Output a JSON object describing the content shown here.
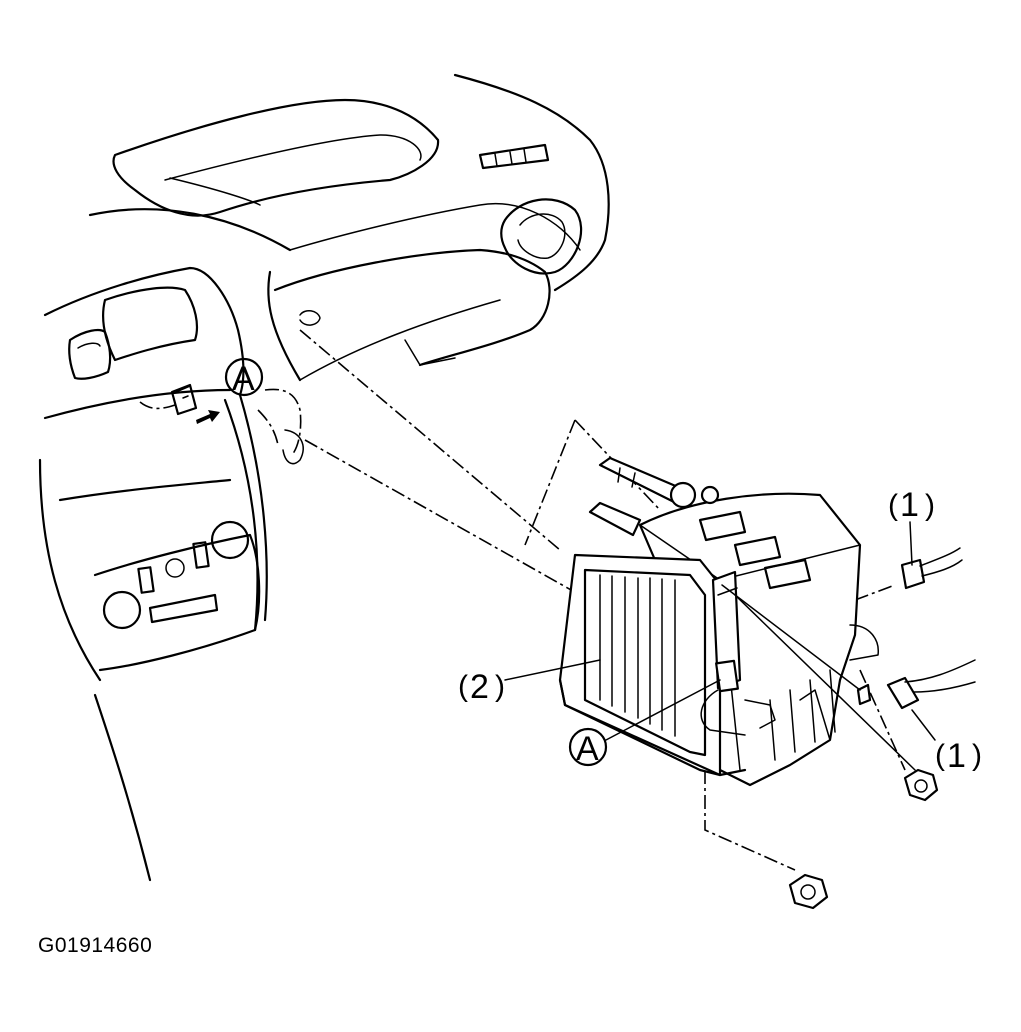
{
  "figure_id": "G01914660",
  "callouts": {
    "part_1_upper": "1",
    "part_1_lower": "1",
    "part_2": "2",
    "ref_a_dash": "A",
    "ref_a_unit": "A"
  },
  "icons": {
    "dashboard": "dashboard-illustration-icon",
    "evaporator_unit": "evaporator-unit-icon",
    "connector": "wire-connector-icon",
    "nut": "hex-nut-icon",
    "arrow": "direction-arrow-icon"
  }
}
